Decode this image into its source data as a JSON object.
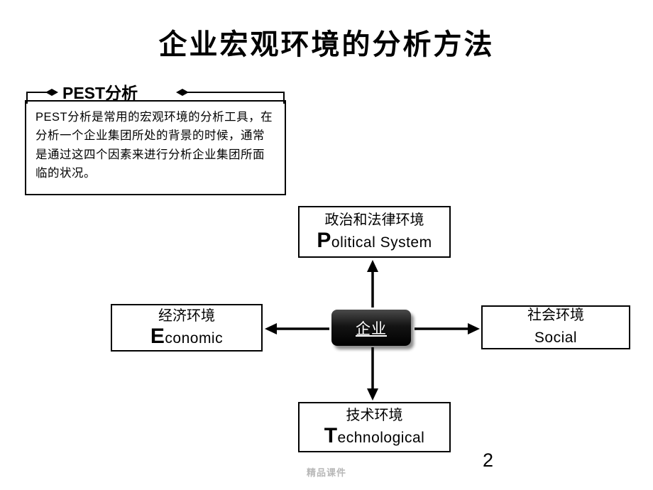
{
  "slide": {
    "title": "企业宏观环境的分析方法",
    "callout": {
      "label": "PEST分析",
      "body": "PEST分析是常用的宏观环境的分析工具，在分析一个企业集团所处的背景的时候，通常是通过这四个因素来进行分析企业集团所面临的状况。"
    },
    "diagram": {
      "center_label": "企业",
      "political": {
        "cn": "政治和法律环境",
        "initial": "P",
        "rest": "olitical System"
      },
      "economic": {
        "cn": "经济环境",
        "initial": "E",
        "rest": "conomic"
      },
      "social": {
        "cn": "社会环境",
        "initial": "",
        "rest": "Social"
      },
      "technological": {
        "cn": "技术环境",
        "initial": "T",
        "rest": "echnological"
      }
    },
    "footer": {
      "watermark": "精品课件",
      "page_number": "2"
    }
  },
  "colors": {
    "text": "#000000",
    "box_border": "#000000",
    "center_box_fill": "#000000",
    "center_box_text": "#ffffff",
    "watermark": "#b8b8b8"
  }
}
